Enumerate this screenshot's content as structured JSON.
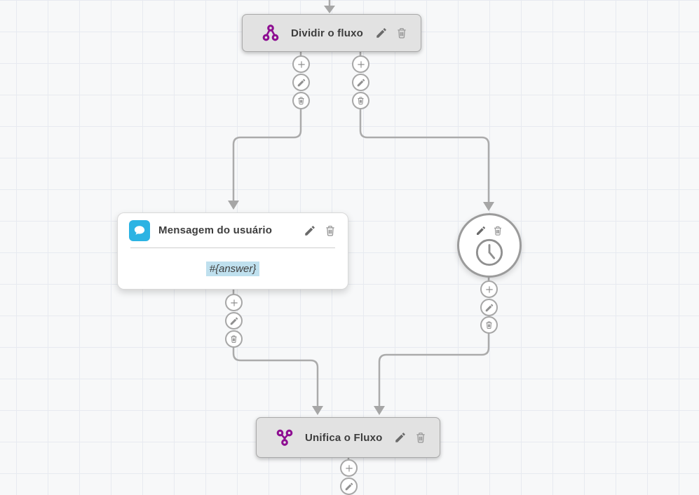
{
  "canvas": {
    "background_color": "#f7f8f9",
    "grid_line_color": "#e7eaf0",
    "connector_color": "#ababab"
  },
  "nodes": {
    "split": {
      "title": "Dividir o fluxo",
      "icon": "split-flow-icon",
      "icon_color": "#8e0f92"
    },
    "user_message": {
      "title": "Mensagem do usuário",
      "icon": "chat-bubble-icon",
      "icon_color": "#2bb3e3",
      "body_value": "#{answer}",
      "highlight_color": "#bfe0ee"
    },
    "timer": {
      "icon": "clock-icon"
    },
    "merge": {
      "title": "Unifica o Fluxo",
      "icon": "merge-flow-icon",
      "icon_color": "#8e0f92"
    }
  },
  "icons": {
    "add": "plus-icon",
    "edit": "pencil-icon",
    "delete": "trash-icon"
  }
}
